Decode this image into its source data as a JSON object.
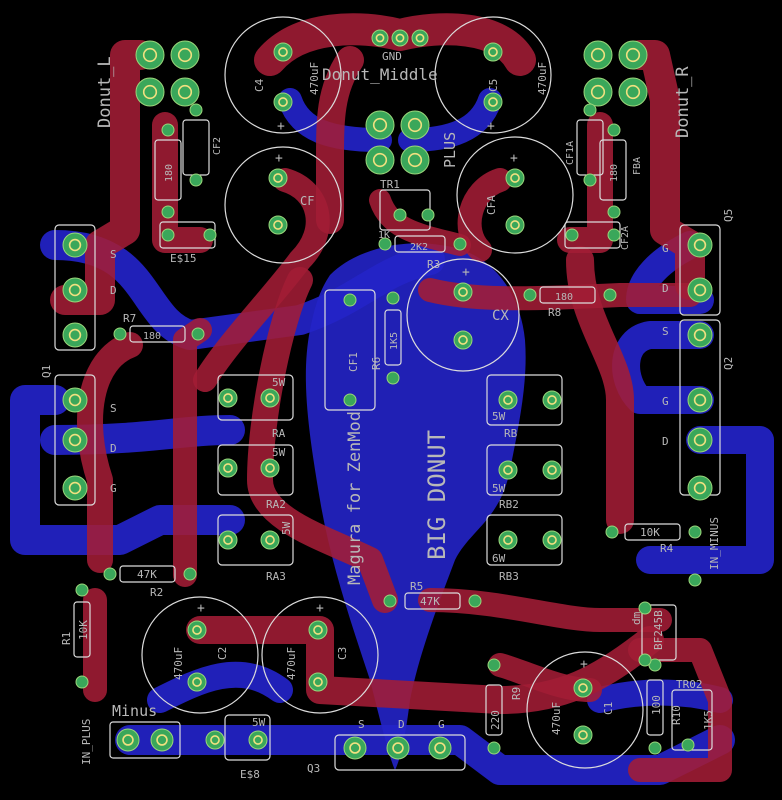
{
  "labels": {
    "donut_l": "Donut_L",
    "donut_r": "Donut_R",
    "donut_middle": "Donut_Middle",
    "gnd": "GND",
    "plus": "PLUS",
    "minus": "Minus",
    "in_plus": "IN_PLUS",
    "in_minus": "IN_MINUS",
    "big_donut": "BIG DONUT",
    "magura": "Magura for ZenMod",
    "c4": "C4",
    "c4v": "470uF",
    "c5": "C5",
    "c5v": "470uF",
    "cf": "CF",
    "cfa": "CFA",
    "cf2": "CF2",
    "cf1a": "CF1A",
    "cf2a": "CF2A",
    "fba": "FBA",
    "r180a": "180",
    "r180b": "180",
    "es15": "E$15",
    "es8": "E$8",
    "tr1": "TR1",
    "tr02": "TR02",
    "r1k": "1K",
    "r2k2": "2K2",
    "r3": "R3",
    "cx": "CX",
    "r7": "R7",
    "r7v": "180",
    "r8": "R8",
    "r8v": "180",
    "q1": "Q1",
    "q2": "Q2",
    "q3": "Q3",
    "q5": "Q5",
    "s": "S",
    "d": "D",
    "g": "G",
    "cf1": "CF1",
    "r6": "R6",
    "r6v": "1K5",
    "ra": "RA",
    "ra2": "RA2",
    "ra3": "RA3",
    "rb": "RB",
    "rb2": "RB2",
    "rb3": "RB3",
    "w5": "5W",
    "w6": "6W",
    "r4": "R4",
    "r4v": "10K",
    "r2": "R2",
    "r2v": "47K",
    "r1": "R1",
    "r1v": "10K",
    "r5": "R5",
    "r5v": "47K",
    "c2": "C2",
    "c2v": "470uF",
    "c3": "C3",
    "c3v": "470uF",
    "c1": "C1",
    "c1v": "470uF",
    "r9": "R9",
    "r9v": "220",
    "r10": "R10",
    "r10v": "100",
    "bf245b": "BF245B",
    "dm": "dm",
    "one_k5": "1K5",
    "plus_mark": "+"
  },
  "colors": {
    "background": "#000000",
    "top_copper": "#a31d36",
    "bottom_copper": "#2323c8",
    "pad": "#3aa75a",
    "silkscreen": "#dcdcdc"
  }
}
